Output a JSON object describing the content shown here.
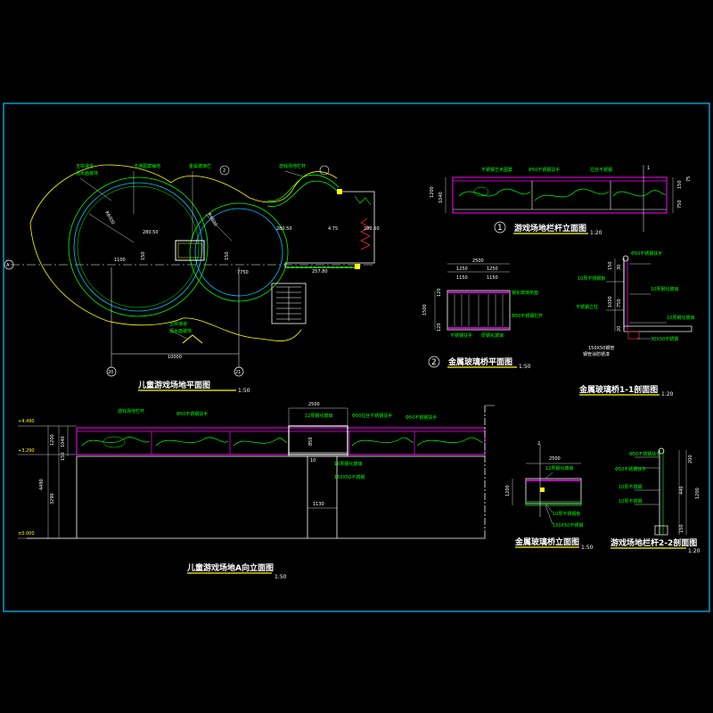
{
  "colors": {
    "background": "#000000",
    "frame": "#00c8ff",
    "railing": "#ff00ff",
    "green": "#00ff00",
    "yellow": "#ffff00",
    "white": "#ffffff",
    "red": "#ff3030",
    "cyan": "#00ffff"
  },
  "views": {
    "plan": {
      "title": "儿童游戏场地平面图",
      "scale": "1:50",
      "labels": [
        "玉帘滑道",
        "混水面装饰",
        "卡通图案铺地",
        "金属玻璃栏",
        "游戏场地栏杆",
        "玉帘滑道",
        "混水面装饰"
      ],
      "dims": [
        "R6000",
        "280.50",
        "1100",
        "150",
        "R4600",
        "150",
        "280.50",
        "4.75",
        "280.60",
        "7750",
        "257.80",
        "10000"
      ],
      "axis": [
        "A",
        "20",
        "21"
      ],
      "callout": "2"
    },
    "railing_elev": {
      "title": "游戏场地栏杆立面图",
      "scale": "1:20",
      "number": "1",
      "labels": [
        "不锈钢艺术图案",
        "Φ50不锈钢扶手",
        "拉丝不锈钢"
      ],
      "dims": [
        "1200",
        "1040",
        "150",
        "750",
        "75"
      ],
      "section_mark": "1"
    },
    "bridge_plan": {
      "title": "金属玻璃桥平面图",
      "scale": "1:50",
      "number": "2",
      "labels": [
        "钢化玻璃桥面",
        "Φ50不锈钢栏杆",
        "不锈钢扶手",
        "厚钢化玻璃"
      ],
      "dims": [
        "2500",
        "1250",
        "1250",
        "1150",
        "1150",
        "1500",
        "120",
        "120"
      ]
    },
    "bridge_section": {
      "title": "金属玻璃桥1-1剖面图",
      "scale": "1:20",
      "labels": [
        "Φ50不锈钢扶手",
        "10厚钢化玻璃",
        "10厚不锈钢板",
        "不锈钢立柱",
        "10厚钢化玻璃",
        "30X30不锈钢",
        "150X50钢管",
        "钢管涂防锈漆"
      ],
      "dims": [
        "1000",
        "150",
        "750",
        "30",
        "20"
      ]
    },
    "elevation_a": {
      "title": "儿童游戏场地A向立面图",
      "scale": "1:50",
      "levels": [
        "+4.490",
        "+3.290",
        "±0.000"
      ],
      "labels": [
        "游戏场地栏杆",
        "Φ50不锈钢扶手",
        "12厚钢化玻璃",
        "Φ50拉丝不锈钢扶手",
        "Φ50不锈钢扶手",
        "10厚钢化玻璃",
        "150X50不锈钢"
      ],
      "dims": [
        "2500",
        "1200",
        "1040",
        "150",
        "3290",
        "4490",
        "850",
        "10",
        "1130"
      ]
    },
    "bridge_elev": {
      "title": "金属玻璃桥立面图",
      "scale": "1:50",
      "labels": [
        "12厚钢化玻璃",
        "10厚不锈钢板",
        "150X50不锈钢"
      ],
      "dims": [
        "2500",
        "1200"
      ],
      "section_mark": "2"
    },
    "railing_section": {
      "title": "游戏场地栏杆2-2剖面图",
      "scale": "1:20",
      "labels": [
        "Φ50不锈钢扶手",
        "Φ50不锈钢扶手",
        "10厚不锈钢",
        "10厚不锈钢"
      ],
      "dims": [
        "200",
        "1200",
        "440",
        "150"
      ]
    }
  }
}
